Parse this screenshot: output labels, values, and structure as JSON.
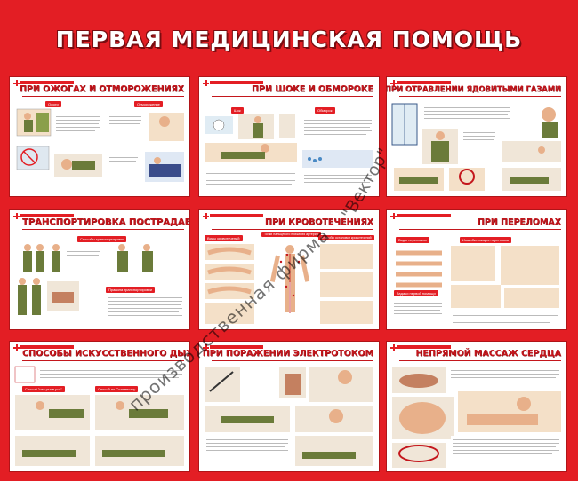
{
  "title": "ПЕРВАЯ МЕДИЦИНСКАЯ ПОМОЩЬ",
  "watermark_a": "производственная фирма",
  "watermark_b": "\"Вектор\"",
  "panels": [
    {
      "title": "ПРИ ОЖОГАХ И ОТМОРОЖЕНИЯХ",
      "labels": [
        "Ожоги",
        "Отморожение"
      ]
    },
    {
      "title": "ПРИ ШОКЕ И ОБМОРОКЕ",
      "labels": [
        "Шок",
        "Обморок"
      ]
    },
    {
      "title": "ПРИ ОТРАВЛЕНИИ ЯДОВИТЫМИ ГАЗАМИ",
      "labels": []
    },
    {
      "title": "ТРАНСПОРТИРОВКА ПОСТРАДАВШИХ",
      "labels": [
        "Способы транспортировки",
        "Правила транспортировки"
      ]
    },
    {
      "title": "ПРИ КРОВОТЕЧЕНИЯХ",
      "labels": [
        "Виды кровотечений",
        "Точки пальцевого прижатия артерий",
        "Способы остановки кровотечений"
      ]
    },
    {
      "title": "ПРИ ПЕРЕЛОМАХ",
      "labels": [
        "Виды переломов",
        "Иммобилизация переломов",
        "Задачи первой помощи"
      ]
    },
    {
      "title": "СПОСОБЫ ИСКУССТВЕННОГО ДЫХАНИЯ",
      "labels": [
        "Спосой \"изо рта в рот\"",
        "Спосой по Сильвестру"
      ]
    },
    {
      "title": "ПРИ ПОРАЖЕНИИ ЭЛЕКТРОТОКОМ",
      "labels": []
    },
    {
      "title": "НЕПРЯМОЙ МАССАЖ СЕРДЦА",
      "labels": []
    }
  ],
  "colors": {
    "background": "#e31e24",
    "accent": "#c4161c",
    "panel": "#ffffff"
  }
}
